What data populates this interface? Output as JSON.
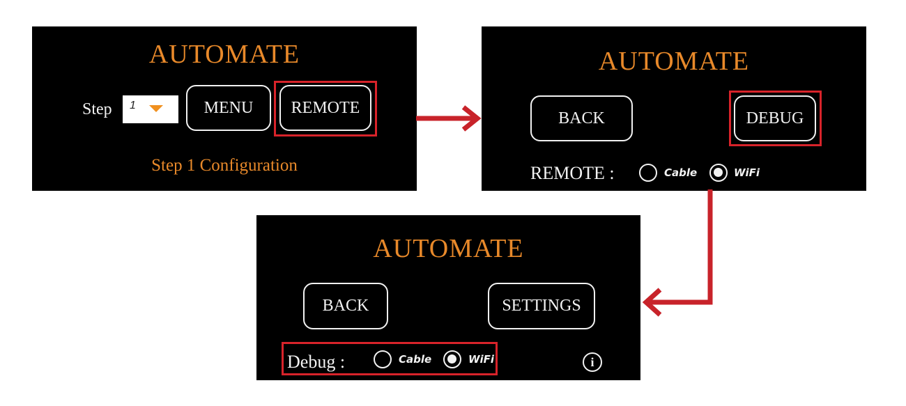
{
  "colors": {
    "accent": "#e8892a",
    "highlight": "#d8232a",
    "screen_bg": "#000000",
    "text": "#f2f2f2"
  },
  "screen1": {
    "title": "AUTOMATE",
    "step_label": "Step",
    "step_value": "1",
    "menu_label": "MENU",
    "remote_label": "REMOTE",
    "status": "Step 1 Configuration"
  },
  "screen2": {
    "title": "AUTOMATE",
    "back_label": "BACK",
    "debug_label": "DEBUG",
    "remote_label": "REMOTE :",
    "option_cable": "Cable",
    "option_wifi": "WiFi",
    "selected": "WiFi"
  },
  "screen3": {
    "title": "AUTOMATE",
    "back_label": "BACK",
    "settings_label": "SETTINGS",
    "debug_label": "Debug :",
    "option_cable": "Cable",
    "option_wifi": "WiFi",
    "selected": "WiFi",
    "info_icon": "info-icon"
  }
}
